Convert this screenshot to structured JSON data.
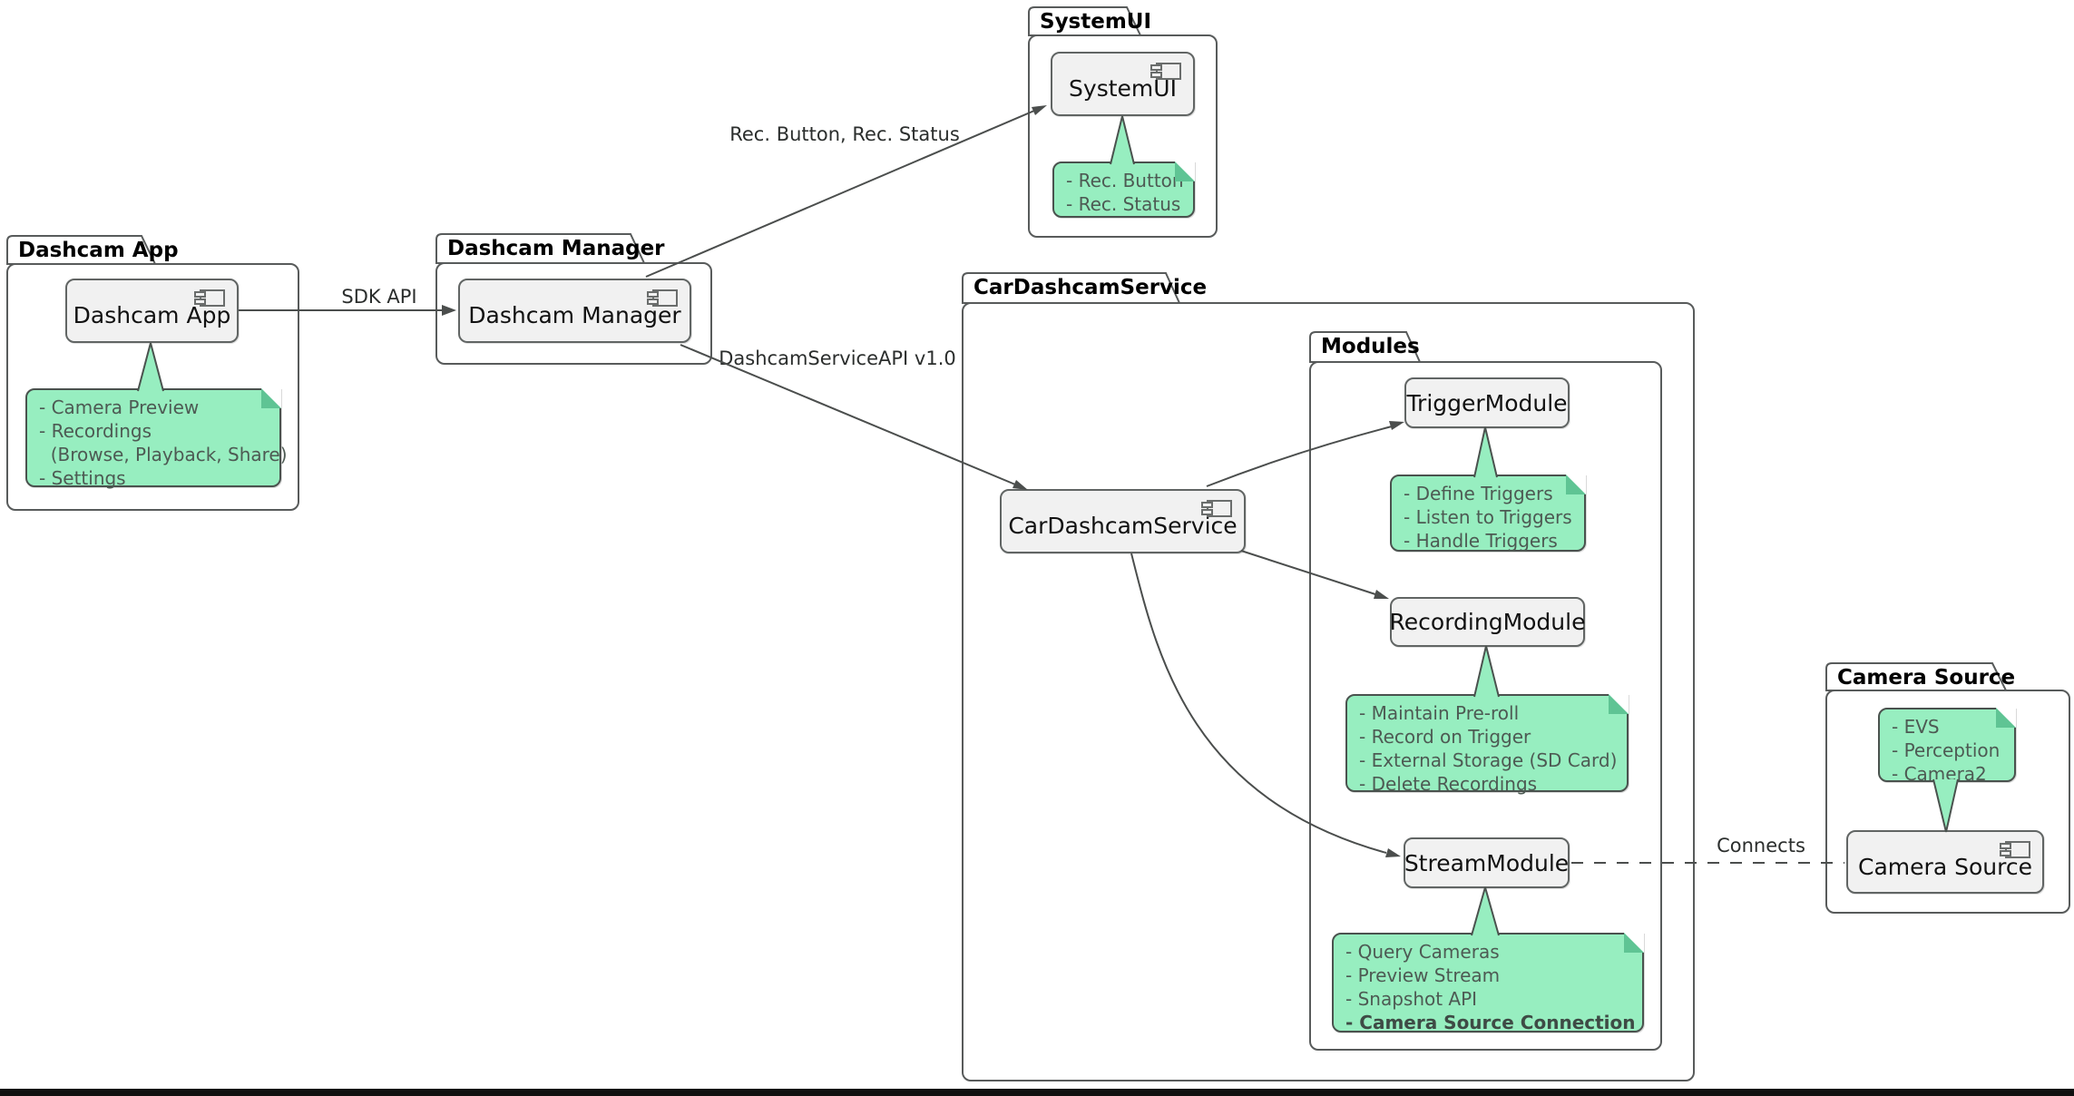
{
  "packages": {
    "dashcam_app": {
      "title": "Dashcam App"
    },
    "dashcam_manager": {
      "title": "Dashcam Manager"
    },
    "systemui": {
      "title": "SystemUI"
    },
    "car_dashcam_service": {
      "title": "CarDashcamService"
    },
    "modules": {
      "title": "Modules"
    },
    "camera_source": {
      "title": "Camera Source"
    }
  },
  "components": {
    "dashcam_app": "Dashcam App",
    "dashcam_manager": "Dashcam Manager",
    "systemui": "SystemUI",
    "car_dashcam_service": "CarDashcamService",
    "trigger_module": "TriggerModule",
    "recording_module": "RecordingModule",
    "stream_module": "StreamModule",
    "camera_source": "Camera Source"
  },
  "notes": {
    "dashcam_app": {
      "lines": [
        "- Camera Preview",
        "- Recordings",
        "  (Browse, Playback, Share)",
        "- Settings"
      ]
    },
    "systemui": {
      "lines": [
        "- Rec. Button",
        "- Rec. Status"
      ]
    },
    "trigger_module": {
      "lines": [
        "- Define Triggers",
        "- Listen to Triggers",
        "- Handle Triggers"
      ]
    },
    "recording_module": {
      "lines": [
        "- Maintain Pre-roll",
        "- Record on Trigger",
        "- External Storage (SD Card)",
        "- Delete Recordings"
      ]
    },
    "stream_module": {
      "lines": [
        "- Query Cameras",
        "- Preview Stream",
        "- Snapshot API",
        "- Camera Source Connection"
      ]
    },
    "camera_source": {
      "lines": [
        "- EVS",
        "- Perception",
        "- Camera2"
      ]
    }
  },
  "edge_labels": {
    "sdk_api": "SDK API",
    "rec": "Rec. Button, Rec. Status",
    "service_api": "DashcamServiceAPI v1.0",
    "connects": "Connects"
  },
  "colors": {
    "note_fill": "#97EEC0",
    "note_border": "#4A524E",
    "note_text": "#4D5A53",
    "comp_fill": "#F1F1F1",
    "comp_border": "#616564",
    "pkg_border": "#585B5B",
    "line_color": "#4B4E4D",
    "label_color": "#2B2E2D",
    "bar_color": "#101010"
  }
}
